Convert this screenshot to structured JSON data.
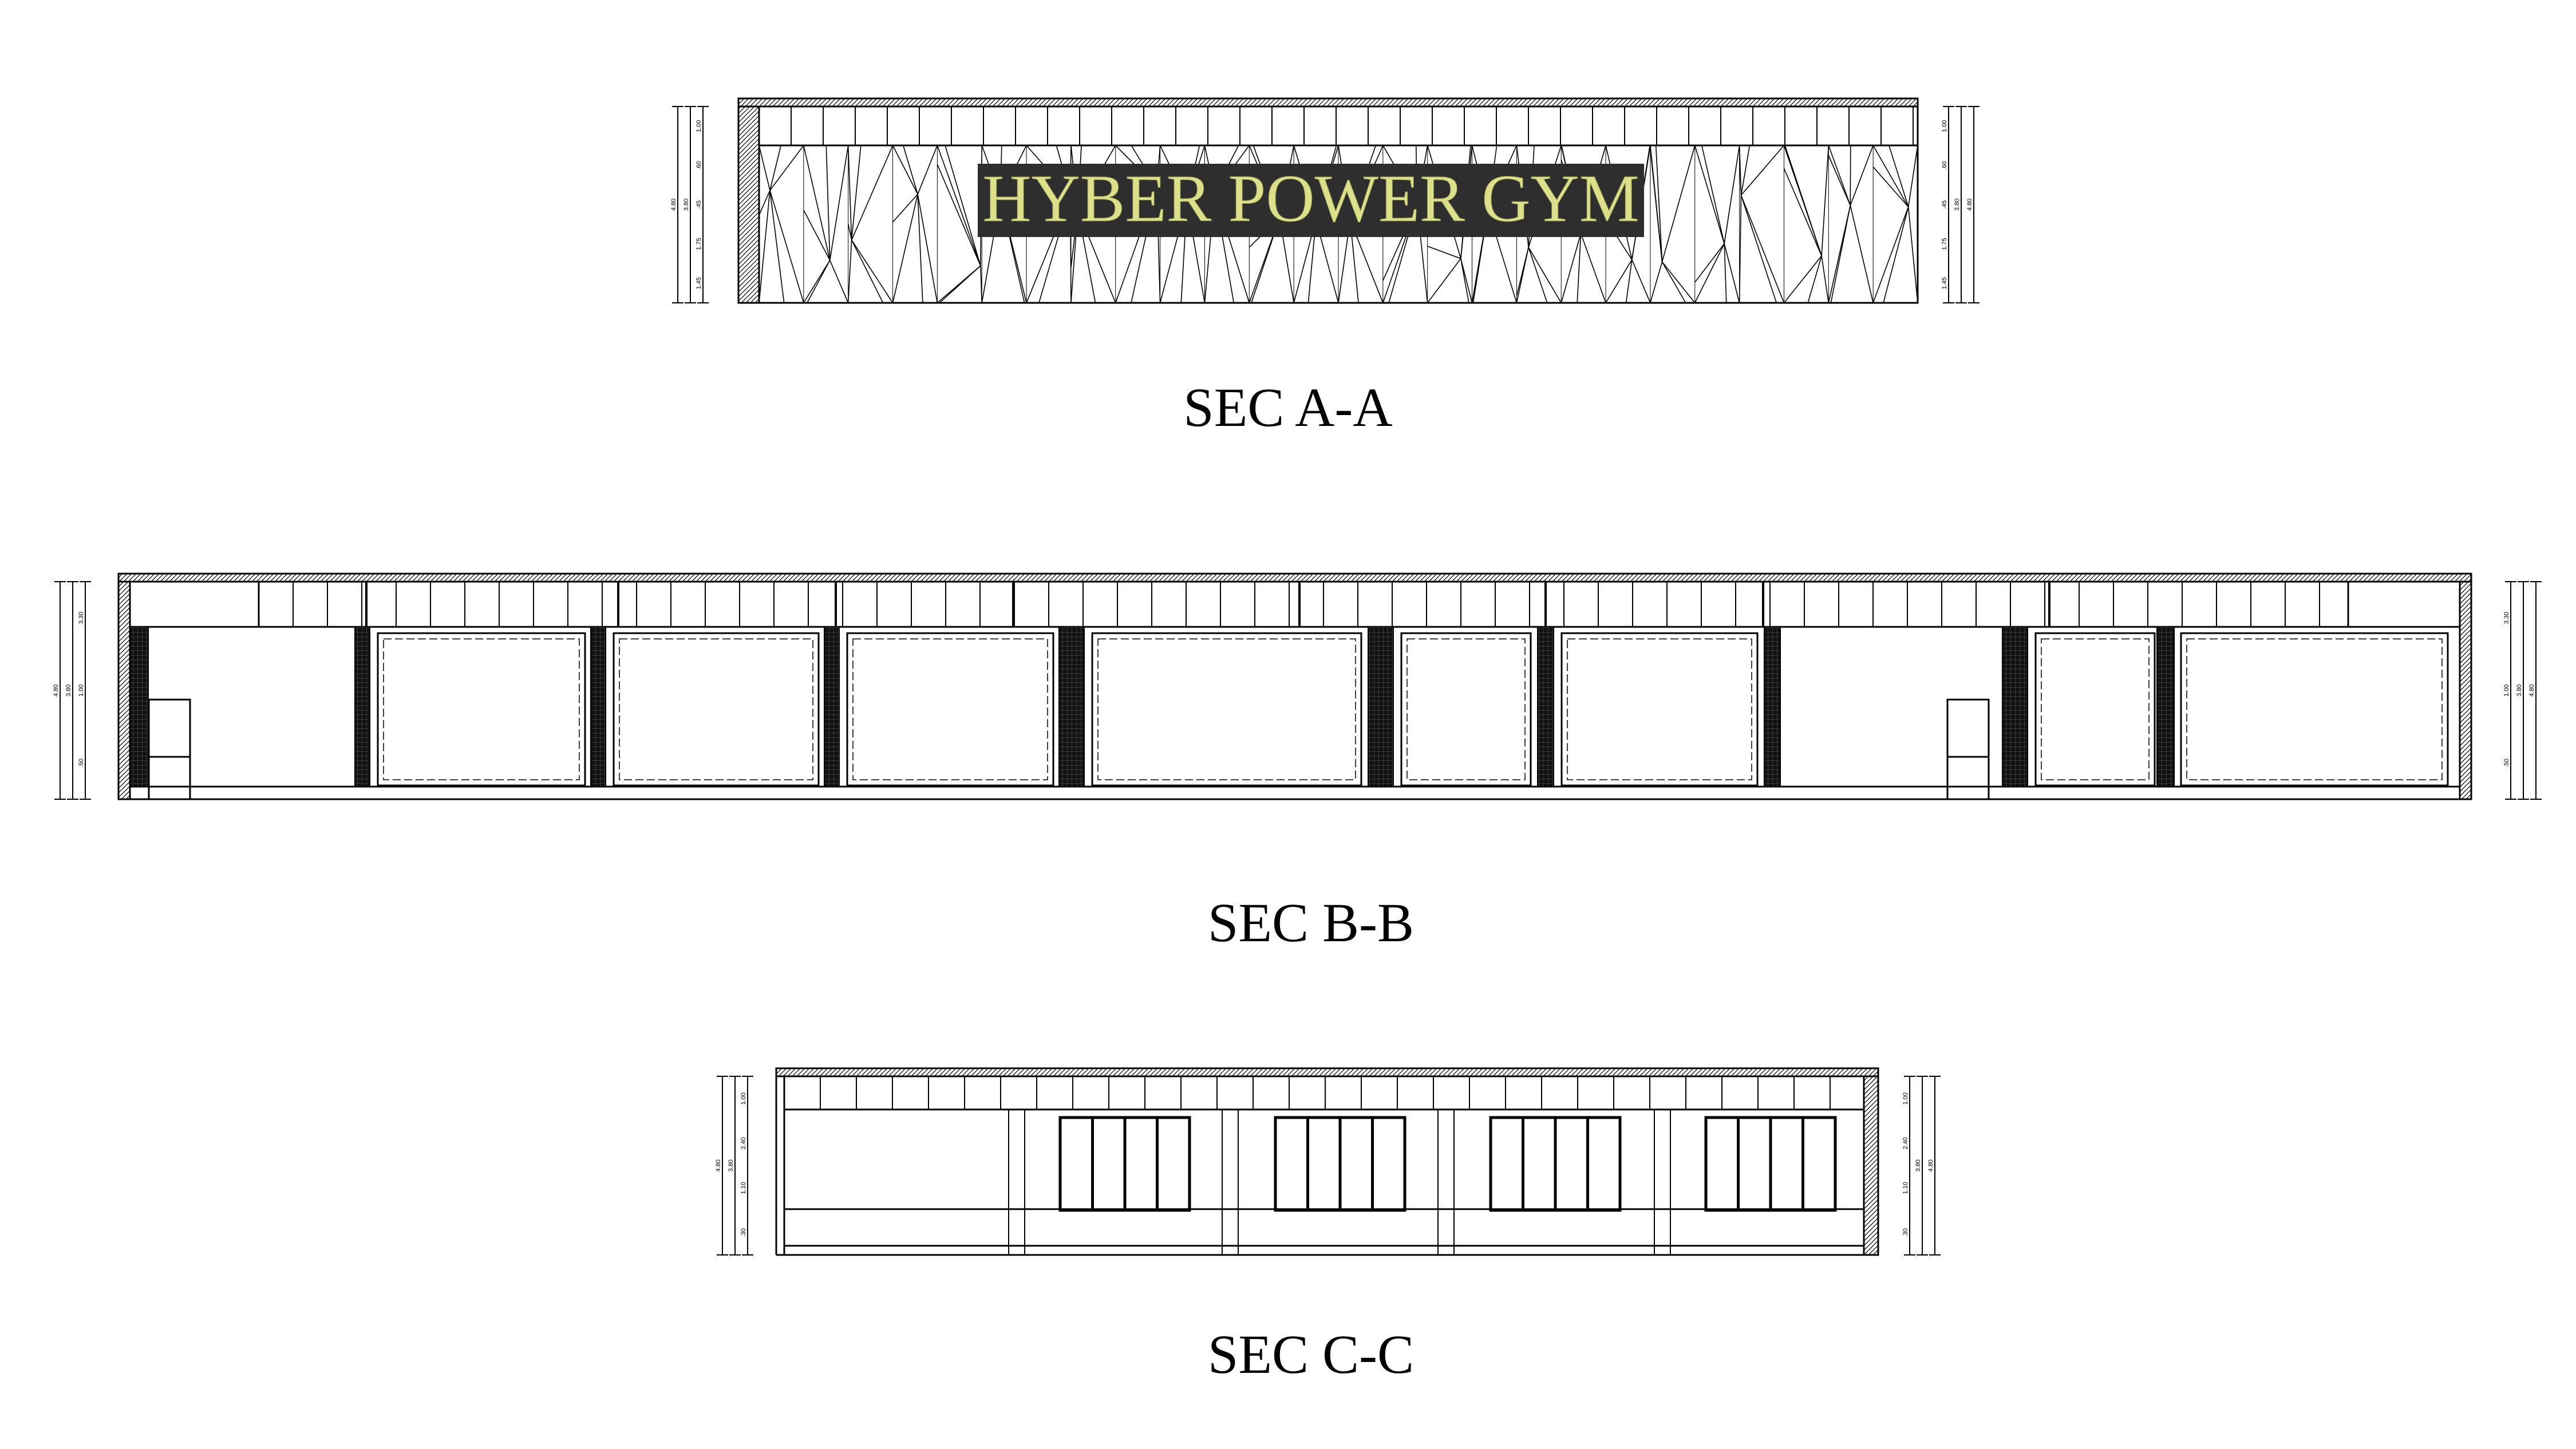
{
  "sections": [
    {
      "id": "a",
      "title": "SEC A-A",
      "sign_text": "HYBER POWER GYM",
      "dims_left": [
        "4.80",
        "3.80",
        "1.00",
        ".60",
        ".45",
        "1.75",
        "1.45"
      ],
      "dims_right": [
        "4.80",
        "3.80",
        "1.00",
        ".60",
        ".45",
        "1.75",
        "1.45"
      ]
    },
    {
      "id": "b",
      "title": "SEC B-B",
      "dims_left": [
        "4.80",
        "3.80",
        "3.30",
        "1.00",
        ".50"
      ],
      "dims_right": [
        "4.80",
        "3.80",
        "3.30",
        "1.00",
        ".50"
      ]
    },
    {
      "id": "c",
      "title": "SEC C-C",
      "dims_left": [
        "4.80",
        "3.80",
        "1.00",
        "2.40",
        "1.10",
        ".30"
      ],
      "dims_right": [
        "4.80",
        "3.80",
        "1.00",
        "2.40",
        "1.10",
        ".30"
      ]
    }
  ],
  "colors": {
    "line": "#000000",
    "sign_bg": "#2e2e2e",
    "sign_text": "#dde08a",
    "pattern": "#222222"
  }
}
